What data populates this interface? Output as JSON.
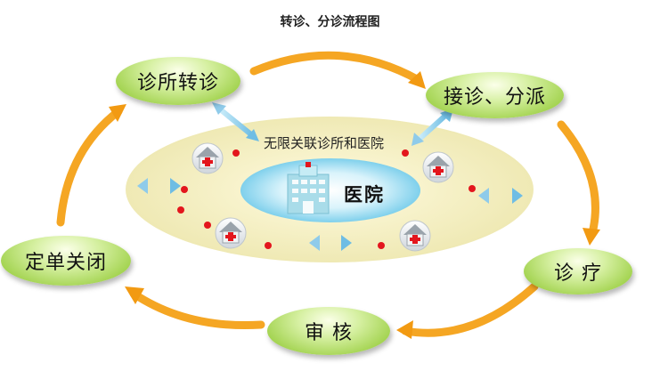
{
  "title": "转诊、分诊流程图",
  "nodes": {
    "referral": "诊所转诊",
    "triage": "接诊、分派",
    "treatment": "诊 疗",
    "review": "审 核",
    "close": "定单关闭"
  },
  "hospital_group": {
    "ring_label": "无限关联诊所和医院",
    "center_label": "医院"
  },
  "colors": {
    "node_green": "#9fd14a",
    "arrow_orange": "#f5a623",
    "ellipse_cream": "#f4f0c2",
    "center_blue": "#b9e6f5",
    "dot_red": "#e3161d",
    "double_arrow_blue": "#8fcbea"
  }
}
